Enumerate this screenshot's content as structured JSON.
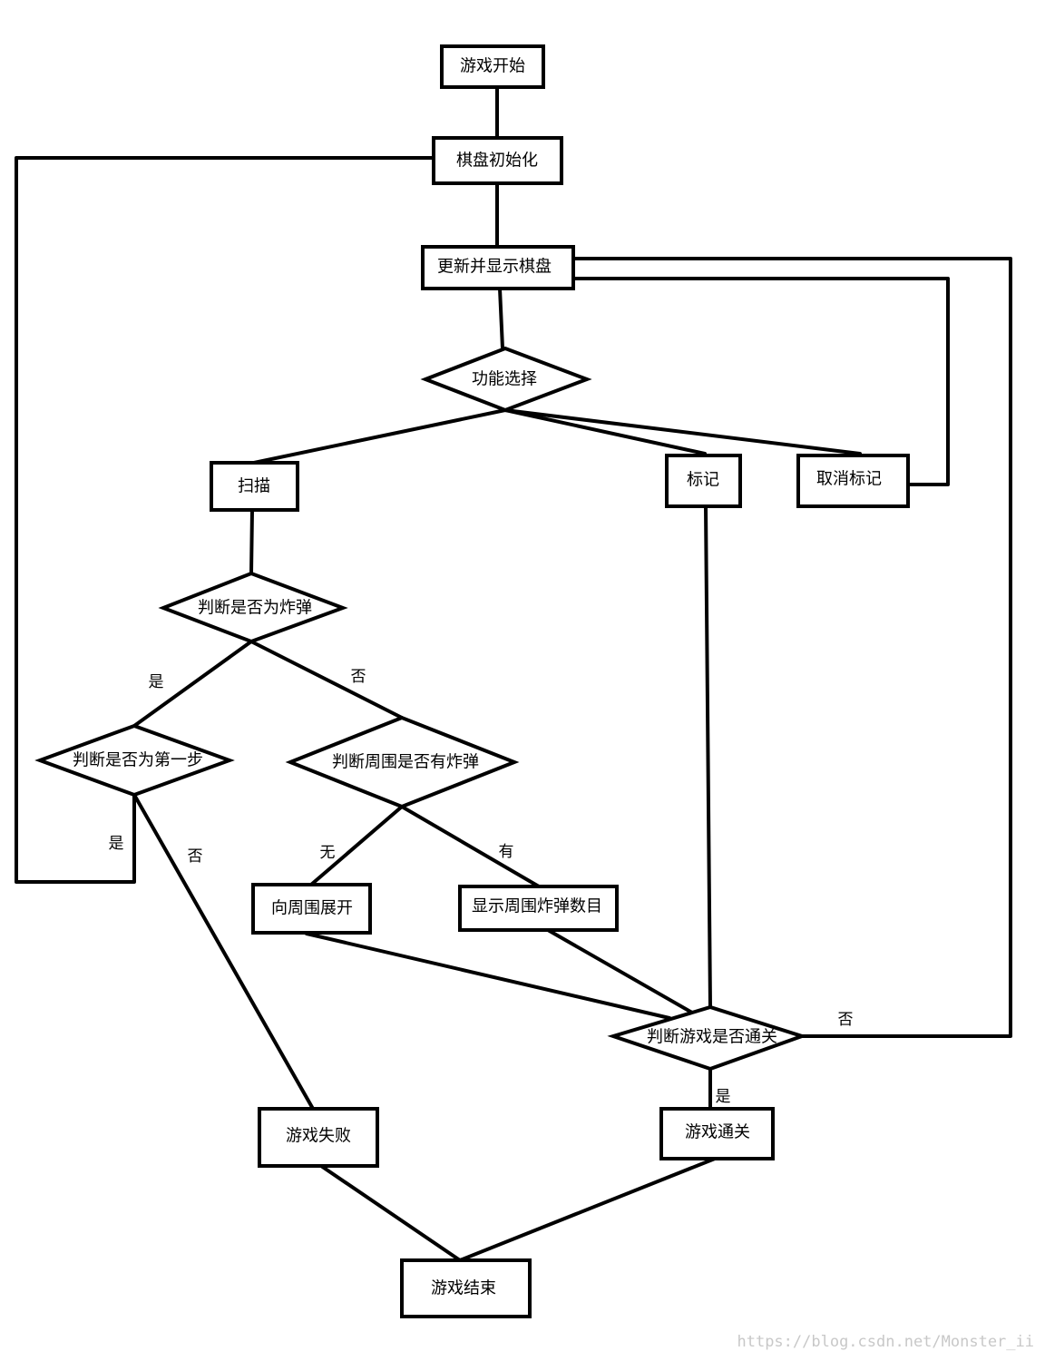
{
  "nodes": {
    "start": "游戏开始",
    "init": "棋盘初始化",
    "update": "更新并显示棋盘",
    "choose": "功能选择",
    "scan": "扫描",
    "mark": "标记",
    "unmark": "取消标记",
    "is_bomb": "判断是否为炸弹",
    "is_first": "判断是否为第一步",
    "around_bomb": "判断周围是否有炸弹",
    "expand": "向周围展开",
    "show_count": "显示周围炸弹数目",
    "is_clear": "判断游戏是否通关",
    "fail": "游戏失败",
    "clear": "游戏通关",
    "end": "游戏结束"
  },
  "edge_labels": {
    "bomb_yes": "是",
    "bomb_no": "否",
    "first_yes": "是",
    "first_no": "否",
    "around_none": "无",
    "around_has": "有",
    "clear_no": "否",
    "clear_yes": "是"
  },
  "watermark": "https://blog.csdn.net/Monster_ii"
}
